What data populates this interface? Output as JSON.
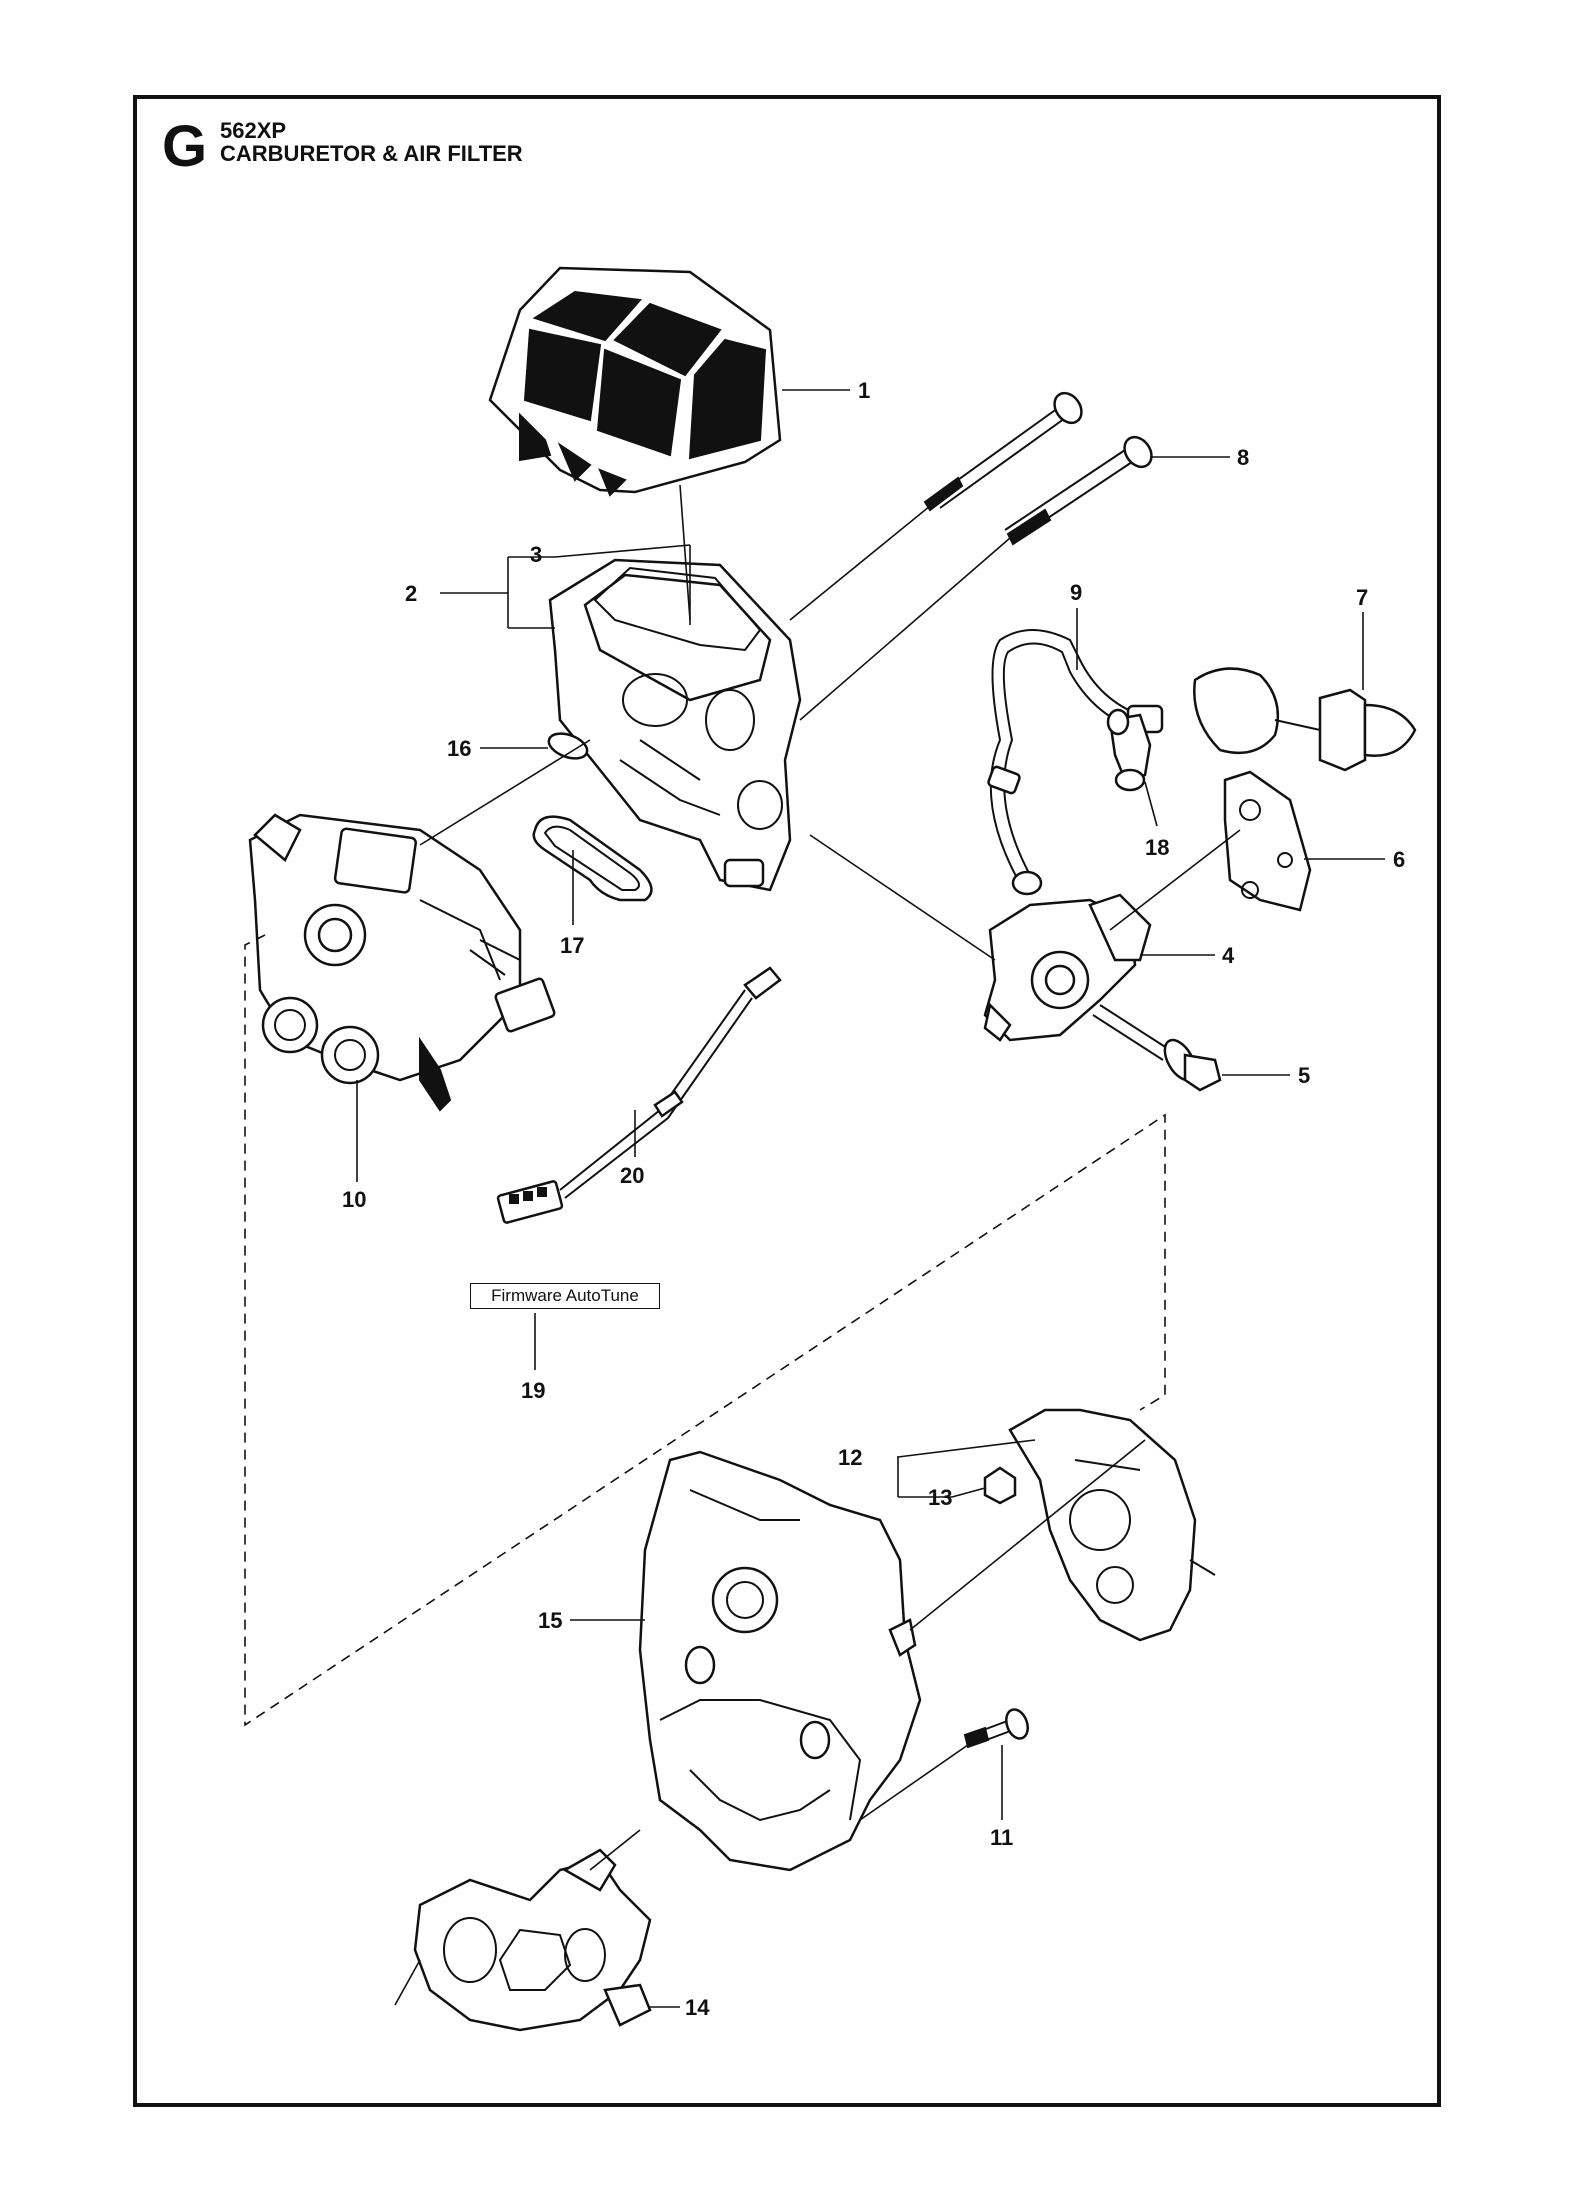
{
  "header": {
    "section_letter": "G",
    "model": "562XP",
    "title": "CARBURETOR & AIR FILTER"
  },
  "note_box": "Firmware AutoTune",
  "callouts": [
    "1",
    "2",
    "3",
    "4",
    "5",
    "6",
    "7",
    "8",
    "9",
    "10",
    "11",
    "12",
    "13",
    "14",
    "15",
    "16",
    "17",
    "18",
    "19",
    "20"
  ],
  "parts": [
    {
      "ref": "1",
      "icon": "air-filter-icon"
    },
    {
      "ref": "2",
      "icon": "filter-holder-icon"
    },
    {
      "ref": "3",
      "icon": "gasket-icon"
    },
    {
      "ref": "4",
      "icon": "bracket-icon"
    },
    {
      "ref": "5",
      "icon": "shoulder-bolt-icon"
    },
    {
      "ref": "6",
      "icon": "plate-icon"
    },
    {
      "ref": "7",
      "icon": "primer-bulb-icon"
    },
    {
      "ref": "8",
      "icon": "long-screw-icon"
    },
    {
      "ref": "9",
      "icon": "fuel-hose-icon"
    },
    {
      "ref": "10",
      "icon": "carburetor-icon"
    },
    {
      "ref": "11",
      "icon": "screw-icon"
    },
    {
      "ref": "12",
      "icon": "intake-cover-icon"
    },
    {
      "ref": "13",
      "icon": "nut-icon"
    },
    {
      "ref": "14",
      "icon": "intake-manifold-icon"
    },
    {
      "ref": "15",
      "icon": "carburetor-housing-icon"
    },
    {
      "ref": "16",
      "icon": "o-ring-icon"
    },
    {
      "ref": "17",
      "icon": "seal-icon"
    },
    {
      "ref": "18",
      "icon": "elbow-hose-icon"
    },
    {
      "ref": "19",
      "icon": "firmware-icon"
    },
    {
      "ref": "20",
      "icon": "cable-harness-icon"
    }
  ]
}
